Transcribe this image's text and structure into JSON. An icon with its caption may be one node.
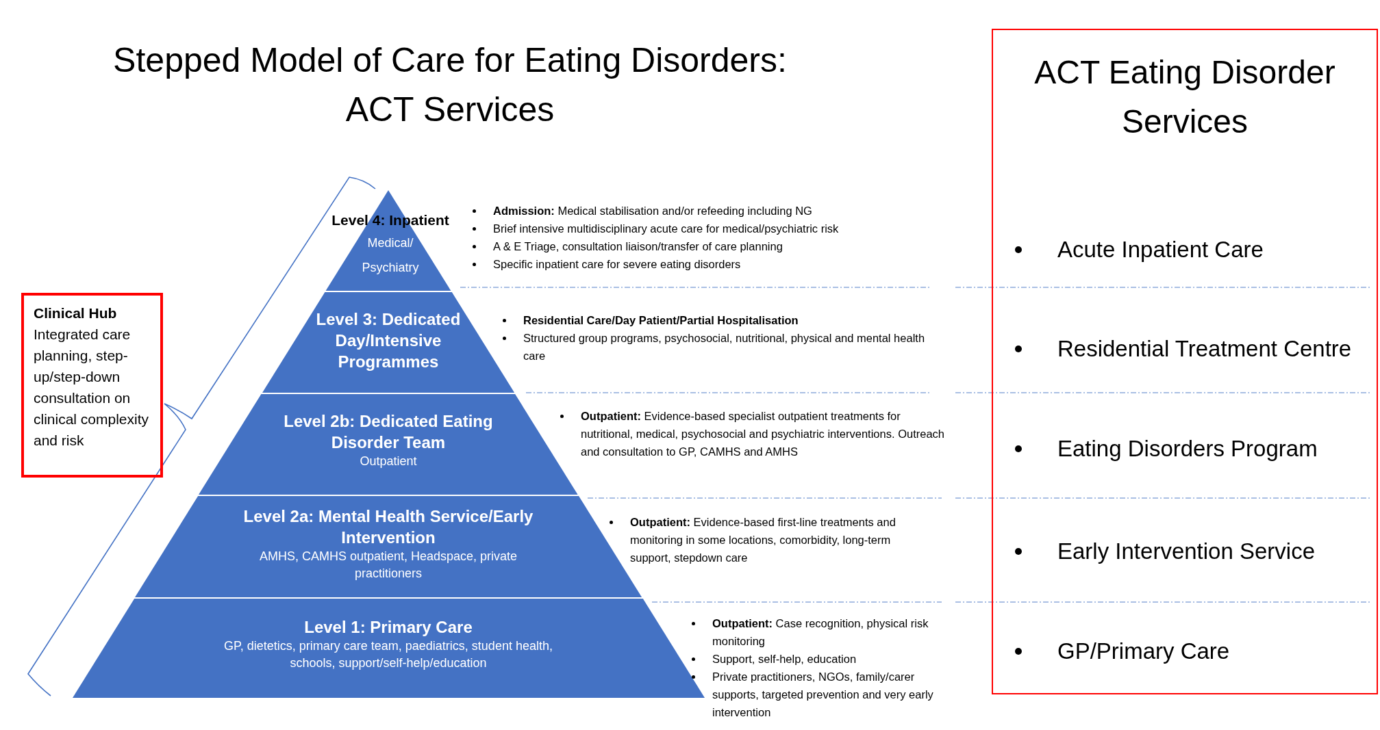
{
  "diagram": {
    "title": "Stepped Model of Care for Eating Disorders: ACT Services",
    "nodes": [
      {
        "text": [
          "Clinical Hub",
          "Integrated care planning, step-up/step-down consultation on clinical complexity and risk"
        ]
      },
      {
        "text": [
          "Level 4: Inpatient",
          "Medical/ Psychiatry"
        ],
        "beside": [
          "**Admission:** Medical stabilisation and/or refeeding including NG",
          "Brief intensive multidisciplinary acute care for medical/psychiatric risk",
          "A & E Triage, consultation liaison/transfer of care planning",
          "Specific inpatient care for severe eating disorders"
        ]
      },
      {
        "text": [
          "Level 3: Dedicated Day/Intensive Programmes"
        ],
        "beside": [
          "Residential Care/Day Patient/Partial Hospitalisation",
          "Structured group programs, psychosocial, nutritional, physical and mental health care"
        ]
      },
      {
        "text": [
          "Level 2b: Dedicated Eating Disorder Team",
          "Outpatient"
        ],
        "beside": [
          "**Outpatient:** Evidence-based specialist outpatient treatments for nutritional, medical, psychosocial and psychiatric interventions. Outreach and consultation to GP, CAMHS and AMHS"
        ]
      },
      {
        "text": [
          "Level 2a: Mental Health Service/Early Intervention",
          "AMHS, CAMHS outpatient, Headspace, private practitioners"
        ],
        "beside": [
          "**Outpatient:** Evidence-based first-line treatments and monitoring in some locations, comorbidity, long-term support, stepdown care"
        ]
      },
      {
        "text": [
          "Level 1: Primary Care",
          "GP, dietetics, primary care team, paediatrics, student health, schools, support/self-help/education"
        ],
        "beside": [
          "**Outpatient:** Case recognition, physical risk monitoring",
          "Support, self-help, education",
          "Private practitioners, NGOs, family/carer supports, targeted prevention and very early intervention"
        ]
      },
      {
        "text": [
          "ACT Eating Disorder Services",
          "Acute Inpatient Care",
          "Residential Treatment Centre",
          "Eating Disorders Program",
          "Early Intervention Service",
          "GP/Primary Care"
        ]
      }
    ]
  }
}
